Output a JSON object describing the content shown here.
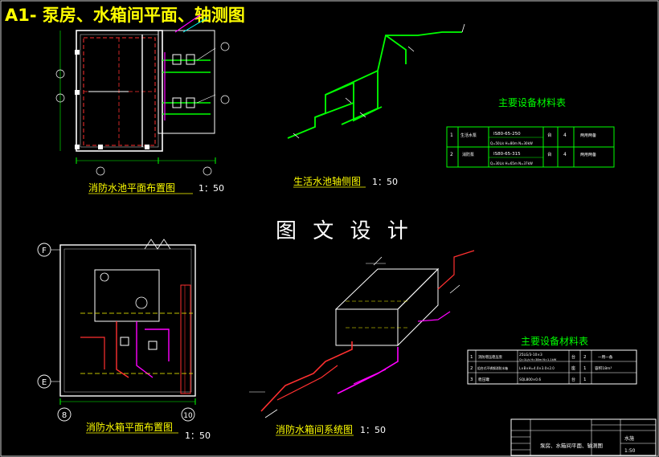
{
  "sheet_title": "A1- 泵房、水箱间平面、轴测图",
  "watermark": "图 文 设 计",
  "drawings": {
    "fire_pool_plan": {
      "title": "消防水池平面布置图",
      "scale": "1：50"
    },
    "domestic_axon": {
      "title": "生活水池轴侧图",
      "scale": "1：50"
    },
    "fire_tank_plan": {
      "title": "消防水箱平面布置图",
      "scale": "1：50",
      "axis_top": "F",
      "axis_left": "E",
      "axis_bottom_left": "8",
      "axis_bottom_right": "10"
    },
    "fire_tank_system": {
      "title": "消防水箱间系统图",
      "scale": "1：50"
    }
  },
  "table1": {
    "title": "主要设备材料表",
    "rows": [
      {
        "no": "1",
        "name": "生活水泵",
        "spec": "IS80-65-250",
        "spec2": "Q=50L/s H=80m N=30kW",
        "unit": "台",
        "qty": "4",
        "note": "两用两备"
      },
      {
        "no": "2",
        "name": "消防泵",
        "spec": "IS80-65-315",
        "spec2": "Q=30L/s H=65m N=37kW",
        "unit": "台",
        "qty": "4",
        "note": "两用两备"
      }
    ]
  },
  "table2": {
    "title": "主要设备材料表",
    "rows": [
      {
        "no": "1",
        "name": "消防增压稳压泵",
        "spec": "25LG/3-10×3",
        "spec2": "Q=1L/s H=38m N=1.1kW",
        "unit": "台",
        "qty": "2",
        "note": "一用一备"
      },
      {
        "no": "2",
        "name": "组合式不锈钢消防水箱",
        "spec": "L×B×H=4.0×3.0×2.0",
        "spec2": "",
        "unit": "座",
        "qty": "1",
        "note": "容积18m³"
      },
      {
        "no": "3",
        "name": "稳压罐",
        "spec": "SQL800×0.6",
        "spec2": "",
        "unit": "台",
        "qty": "1",
        "note": ""
      }
    ]
  },
  "title_block": {
    "drawing_name": "泵房、水箱间平面、轴测图",
    "sheet_no": "水施",
    "scale": "1:50"
  }
}
